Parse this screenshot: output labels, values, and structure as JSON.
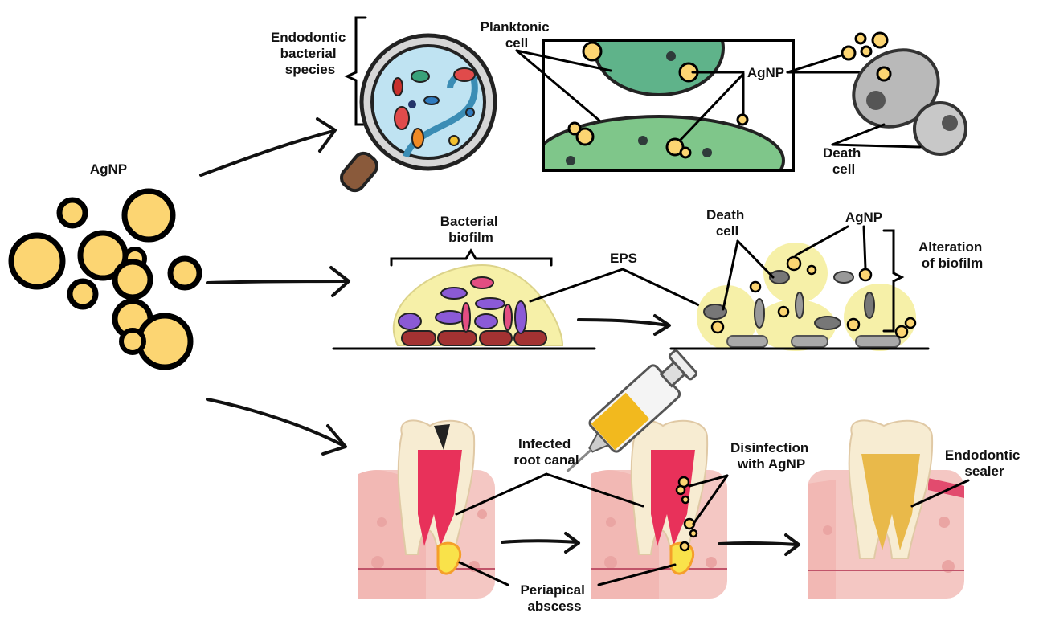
{
  "labels": {
    "agnp_main": "AgNP",
    "endodontic_species": [
      "Endodontic",
      "bacterial",
      "species"
    ],
    "planktonic_cell": [
      "Planktonic",
      "cell"
    ],
    "agnp_top": "AgNP",
    "death_cell_top": [
      "Death",
      "cell"
    ],
    "bacterial_biofilm": [
      "Bacterial",
      "biofilm"
    ],
    "eps": "EPS",
    "death_cell_mid": [
      "Death",
      "cell"
    ],
    "agnp_mid": "AgNP",
    "alteration_biofilm": [
      "Alteration",
      "of biofilm"
    ],
    "infected_root_canal": [
      "Infected",
      "root canal"
    ],
    "disinfection": [
      "Disinfection",
      "with AgNP"
    ],
    "endodontic_sealer": [
      "Endodontic",
      "sealer"
    ],
    "periapical_abscess": [
      "Periapical",
      "abscess"
    ]
  },
  "colors": {
    "nanoparticle": "#fcd572",
    "bacteria_green": "#7fc68a",
    "bacteria_dark_green": "#5faf72",
    "biofilm_yellow": "#f6f0a8",
    "gum_pink": "#f4c7c3",
    "pulp_red": "#e8315a",
    "tooth_cream": "#f7ecd2",
    "abscess_yellow": "#f9e24a",
    "sealer_gold": "#e9b94a",
    "dead_gray": "#a9a9a9",
    "lens_blue": "#bfe3f2"
  }
}
